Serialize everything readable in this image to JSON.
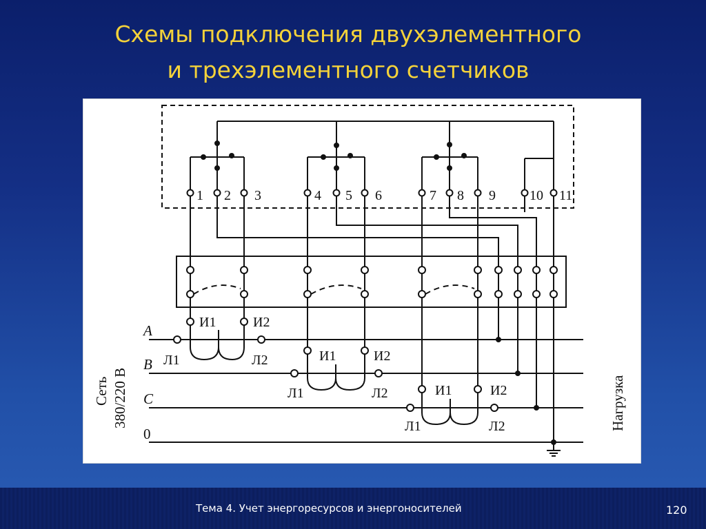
{
  "slide": {
    "title_line1": "Схемы подключения двухэлементного",
    "title_line2": "и трехэлементного счетчиков",
    "footer": "Тема 4. Учет энергоресурсов и энергоносителей",
    "page_number": "120"
  },
  "diagram": {
    "terminals": [
      "1",
      "2",
      "3",
      "4",
      "5",
      "6",
      "7",
      "8",
      "9",
      "10",
      "11"
    ],
    "phases": [
      "A",
      "B",
      "C",
      "0"
    ],
    "network_label": "Сеть",
    "voltage_label": "380/220 В",
    "load_label": "Нагрузка",
    "ct_primary_in": "Л1",
    "ct_primary_out": "Л2",
    "ct_secondary_in": "И1",
    "ct_secondary_out": "И2"
  }
}
